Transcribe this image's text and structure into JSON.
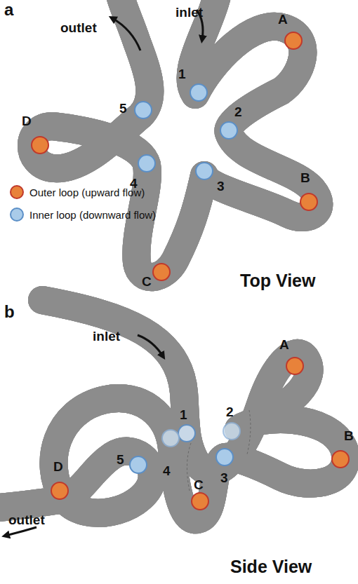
{
  "diagram": {
    "labels": [
      "a",
      "inlet",
      "outlet",
      "A",
      "1",
      "2",
      "5",
      "D",
      "4",
      "3",
      "B",
      "C",
      "Top View",
      "b",
      "inlet",
      "outlet",
      "A",
      "1",
      "2",
      "B",
      "5",
      "D",
      "4",
      "3",
      "C",
      "Side View"
    ],
    "legend": [
      {
        "text": "Outer loop (upward flow)",
        "color": "#e8823a"
      },
      {
        "text": "Inner loop (downward flow)",
        "color": "#a9cbe9"
      }
    ]
  }
}
